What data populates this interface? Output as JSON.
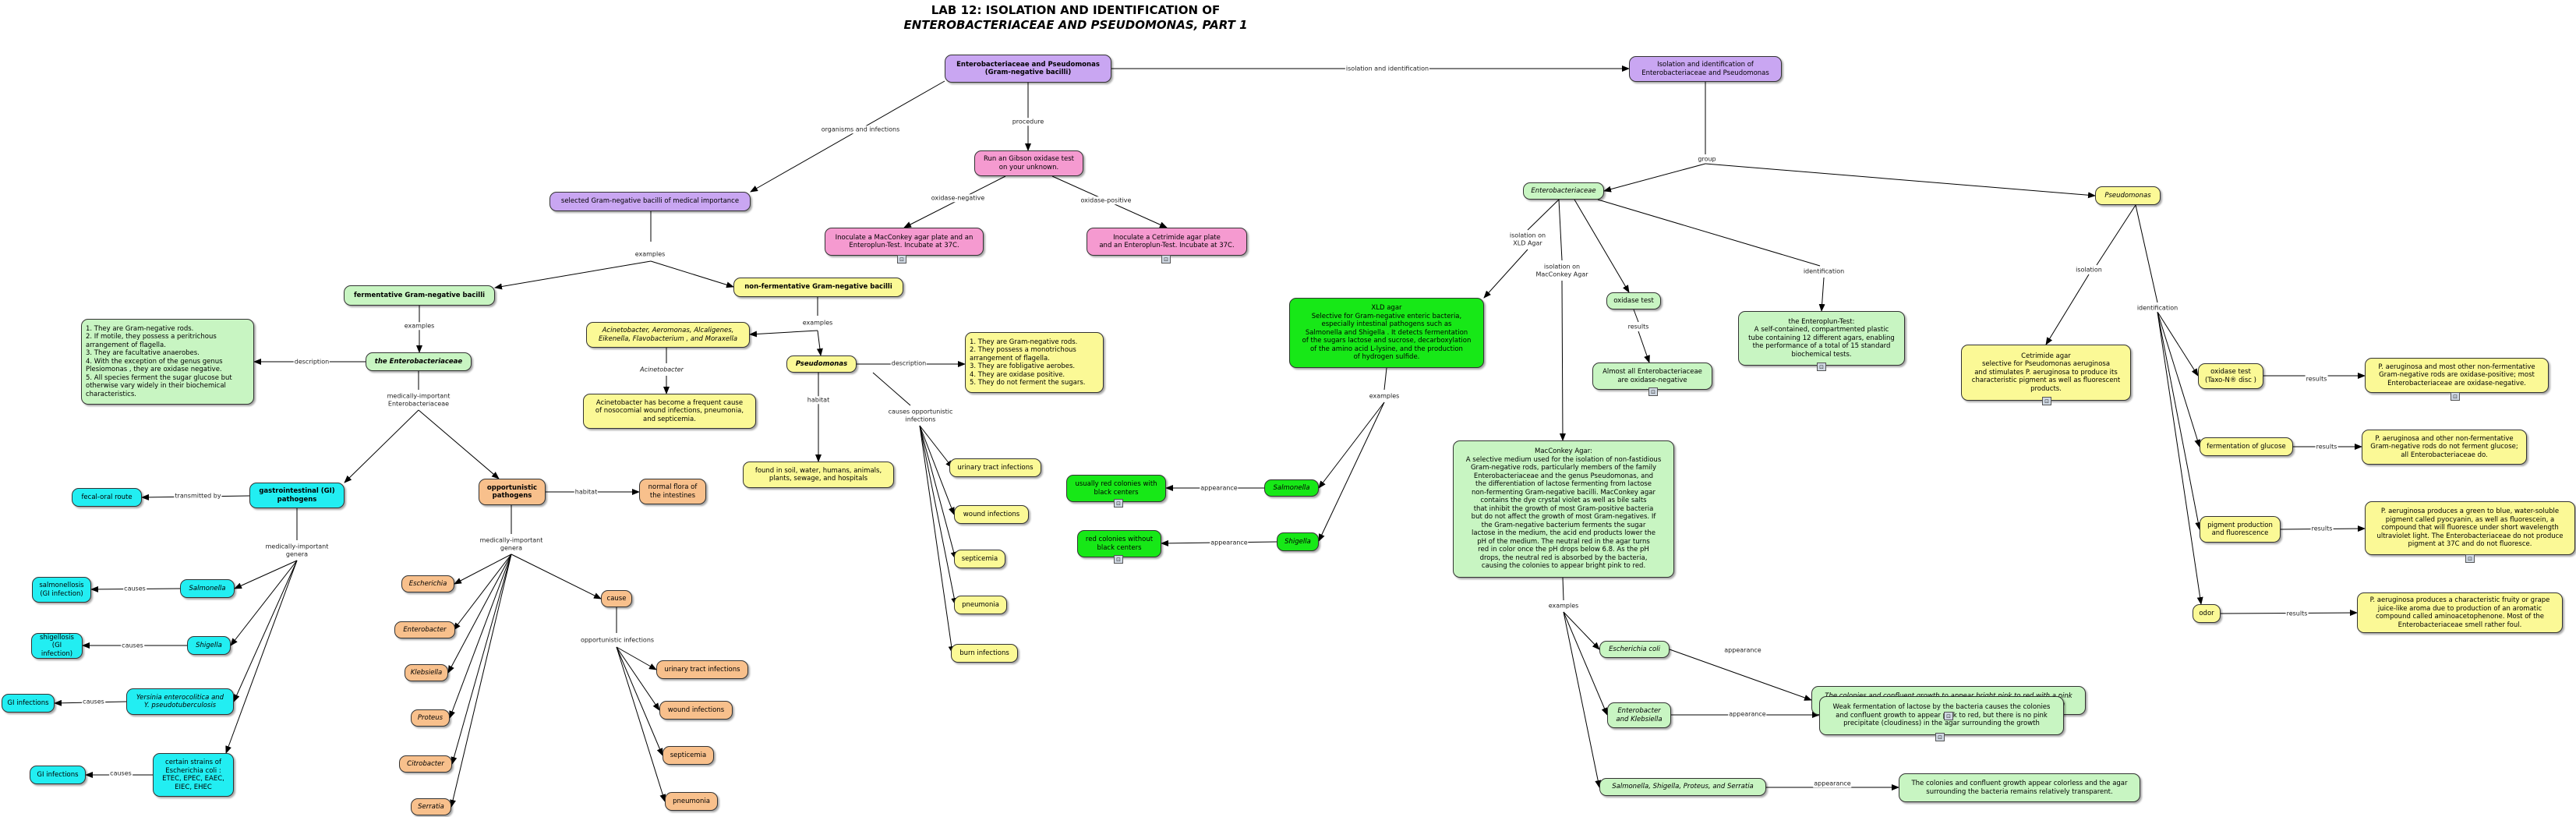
{
  "title": {
    "line1": "LAB 12: ISOLATION AND IDENTIFICATION OF",
    "line2": "ENTEROBACTERIACEAE  AND PSEUDOMONAS,  PART 1"
  },
  "resource_icon": "paperclip-icon",
  "colors": {
    "purple": "#c9a6f2",
    "pink": "#f59ad0",
    "green": "#c8f5c2",
    "lime": "#17e817",
    "yellow": "#fbf996",
    "orange": "#f8c08c",
    "cyan": "#22eef2"
  },
  "nodes": {
    "root": "Enterobacteriaceae  and Pseudomonas\n(Gram-negative bacilli)",
    "isolation_root": "Isolation and identification of\nEnterobacteriaceae  and Pseudomonas",
    "selected": "selected Gram-negative bacilli of medical importance",
    "oxidase_test": "Run an Gibson oxidase test\non your unknown.",
    "inoc_mac": "Inoculate a MacConkey agar plate and an\nEnteroplun-Test. Incubate at 37C.",
    "inoc_cet": "Inoculate a Cetrimide agar plate\nand an Enteroplun-Test. Incubate at 37C.",
    "ferm": "fermentative Gram-negative bacilli",
    "nonferm": "non-fermentative Gram-negative bacilli",
    "entero_desc": "1. They are Gram-negative rods.\n2. If motile, they possess a peritrichous\n    arrangement of flagella.\n3. They are facultative anaerobes.\n4. With the exception of the genus genus\n    Plesiomonas , they are oxidase negative.\n5. All species ferment the sugar glucose but\n    otherwise vary widely in their biochemical\n    characteristics.",
    "the_entero": "the Enterobacteriaceae",
    "acineto_list": "Acinetobacter, Aeromonas, Alcaligenes,\nEikenella, Flavobacterium , and Moraxella",
    "acineto_desc": "Acinetobacter  has become a frequent cause\nof nosocomial wound infections, pneumonia,\nand septicemia.",
    "pseudo_mid": "Pseudomonas",
    "pseudo_desc": "1. They are Gram-negative rods.\n2. They possess a monotrichous\n    arrangement of flagella.\n3. They are fobligative aerobes.\n4. They are oxidase positive.\n5. They do not ferment the sugars.",
    "pseudo_habitat": "found in  soil, water, humans, animals,\nplants, sewage, and hospitals",
    "inf_uti": "urinary tract infections",
    "inf_wound": "wound infections",
    "inf_sept": "septicemia",
    "inf_pneu": "pneumonia",
    "inf_burn": "burn infections",
    "gi_path": "gastrointestinal (GI)\npathogens",
    "fecal": "fecal-oral route",
    "opp_path": "opportunistic\npathogens",
    "normal_flora": "normal flora of\nthe intestines",
    "salmonella_gi": "Salmonella",
    "shigella_gi": "Shigella",
    "yersinia": "Yersinia enterocolitica and\nY. pseudotuberculosis",
    "ecoli_strains": "certain strains of\nEscherichia coli :\nETEC, EPEC, EAEC,\nEIEC, EHEC",
    "salmonellosis": "salmonellosis\n(GI infection)",
    "shigellosis": "shigellosis\n(GI infection)",
    "gi_inf1": "GI infections",
    "gi_inf2": "GI infections",
    "g_esch": "Escherichia",
    "g_entero": "Enterobacter",
    "g_kleb": "Klebsiella",
    "g_prot": "Proteus",
    "g_citro": "Citrobacter",
    "g_serr": "Serratia",
    "cause": "cause",
    "o_uti": "urinary tract infections",
    "o_wound": "wound infections",
    "o_sept": "septicemia",
    "o_pneu": "pneumonia",
    "entero_r": "Enterobacteriaceae",
    "pseudo_r": "Pseudomonas",
    "xld": "XLD agar\nSelective for Gram-negative enteric bacteria,\nespecially intestinal pathogens such as\nSalmonella  and Shigella . It detects fermentation\nof the sugars lactose and sucrose, decarboxylation\nof the amino acid L-lysine, and the production\nof hydrogen sulfide.",
    "oxidase_r": "oxidase test",
    "almost": "Almost all Enterobacteriaceae\nare oxidase-negative",
    "enteroplun": "the Enteroplun-Test:\nA self-contained, compartmented plastic\ntube containing 12 different agars, enabling\nthe performance of a total of 15 standard\nbiochemical tests.",
    "macconkey": "MacConkey Agar:\nA selective medium used for the isolation of non-fastidious\nGram-negative rods, particularly members of the family\nEnterobacteriaceae and the genus Pseudomonas, and\nthe differentiation of lactose fermenting from lactose\nnon-fermenting Gram-negative bacilli. MacConkey agar\ncontains the dye crystal violet as well as bile salts\nthat inhibit the growth of most Gram-positive bacteria\nbut do not affect the growth of most Gram-negatives. If\nthe Gram-negative bacterium ferments the sugar\nlactose in the medium, the acid end products lower the\npH of the medium. The neutral red in the agar turns\nred in color once the pH drops below 6.8. As the pH\ndrops, the neutral red is absorbed by the bacteria,\ncausing the colonies to appear bright pink to red.",
    "salmonella_xld": "Salmonella",
    "shigella_xld": "Shigella",
    "usually_red": "usually red colonies with\nblack centers",
    "red_without": "red colonies without\nblack centers",
    "m_ecoli": "Escherichia  coli",
    "m_entero": "Enterobacter\nand Klebsiella",
    "m_salm": "Salmonella, Shigella, Proteus, and Serratia",
    "app_ecoli": "The colonies and confluent growth to appear bright pink to red with a pink\nprecipitate (cloudiness) appearing in the agar surrounding the growth",
    "app_entero": "Weak fermentation of lactose by the bacteria causes the colonies\nand confluent growth to appear pink to red, but  there is no pink\nprecipitate (cloudiness) in the agar surrounding the growth",
    "app_salm": "The colonies and confluent growth appear colorless and the agar\nsurrounding the bacteria remains relatively transparent.",
    "cetrimide": "Cetrimide agar\nselective for Pseudomonas  aeruginosa\nand stimulates P.  aeruginosa  to produce its\ncharacteristic pigment as well as fluorescent\nproducts.",
    "oxidase_ps": "oxidase test\n(Taxo-N® disc )",
    "ferm_glucose": "fermentation of glucose",
    "pigment": "pigment production\nand fluorescence",
    "odor": "odor",
    "res_oxidase": "P. aeruginosa  and most other non-fermentative\nGram-negative rods are oxidase-positive; most\nEnterobacteriaceae  are  oxidase-negative.",
    "res_ferm": "P.  aeruginosa  and other non-fermentative\nGram-negative rods do not ferment glucose;\nall Enterobacteriaceae  do.",
    "res_pigment": "P. aeruginosa  produces a green to blue, water-soluble\npigment called pyocyanin, as well as fluorescein, a\ncompound that will fluoresce under short wavelength\nultraviolet light. The Enterobacteriaceae  do not produce\npigment at 37C and do not fluoresce.",
    "res_odor": "P.  aeruginosa  produces a characteristic fruity or grape\njuice-like aroma due to production of an aromatic\ncompound called aminoacetophenone. Most of the\nEnterobacteriaceae  smell rather foul."
  },
  "labels": {
    "isolation_and_identification": "isolation and identification",
    "organisms_and_infections": "organisms and infections",
    "procedure": "procedure",
    "oxidase_negative": "oxidase-negative",
    "oxidase_positive": "oxidase-positive",
    "examples1": "examples",
    "examples2": "examples",
    "examples3": "examples",
    "description1": "description",
    "description2": "description",
    "medically_important_entero": "medically-important\nEnterobacteriaceae",
    "acinetobacter": "Acinetobacter",
    "habitat1": "habitat",
    "causes_opp": "causes opportunistic\ninfections",
    "transmitted_by": "transmitted by",
    "habitat2": "habitat",
    "med_imp_genera1": "medically-important\ngenera",
    "med_imp_genera2": "medically-important\ngenera",
    "causes1": "causes",
    "causes2": "causes",
    "causes3": "causes",
    "causes4": "causes",
    "opportunistic_infections": "opportunistic infections",
    "group": "group",
    "isolation_xld": "isolation on\nXLD Agar",
    "isolation_mac": "isolation on\nMacConkey Agar",
    "results1": "results",
    "identification1": "identification",
    "appearance1": "appearance",
    "appearance2": "appearance",
    "examples4": "examples",
    "appearance3": "appearance",
    "appearance4": "appearance",
    "appearance5": "appearance",
    "isolation_ps": "isolation",
    "identification2": "identification",
    "results2": "results",
    "results3": "results",
    "results4": "results",
    "results5": "results"
  }
}
